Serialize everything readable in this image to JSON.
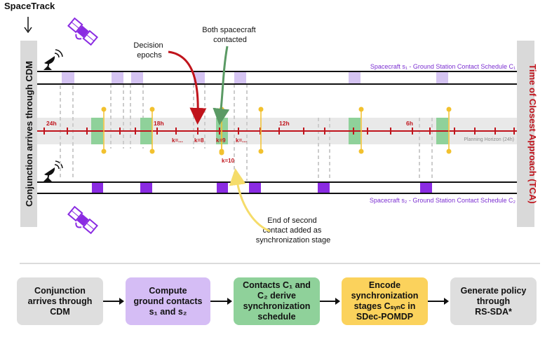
{
  "source_label": "SpaceTrack",
  "left_bar_label": "Conjunction arrives through CDM",
  "right_bar_label": "Time of Closest Approach (TCA)",
  "schedule_top_label": "Spacecraft s₁ - Ground Station Contact Schedule C₁",
  "schedule_bottom_label": "Spacecraft s₂ - Ground Station Contact Schedule C₂",
  "planning_horizon_label": "Planning Horizon (24h)",
  "hour_labels": [
    "24h",
    "18h",
    "12h",
    "6h"
  ],
  "epoch_labels": [
    "k=...",
    "k=8",
    "k=9",
    "k=...",
    "k=10"
  ],
  "annotations": {
    "decision_epochs": [
      "Decision",
      "epochs"
    ],
    "both_contacted": [
      "Both spacecraft",
      "contacted"
    ],
    "end_second_contact": [
      "End of second",
      "contact added as",
      "synchronization stage"
    ]
  },
  "flow": {
    "step1": [
      "Conjunction",
      "arrives through",
      "CDM"
    ],
    "step2": [
      "Compute",
      "ground contacts",
      "s₁ and s₂"
    ],
    "step3": [
      "Contacts C₁ and",
      "C₂ derive",
      "synchronization",
      "schedule"
    ],
    "step4": [
      "Encode",
      "synchronization",
      "stages Cₛᵧₙc in",
      "SDec-POMDP"
    ],
    "step5": [
      "Generate policy",
      "through",
      "RS-SDA*"
    ]
  },
  "colors": {
    "timeline": "#c0141c",
    "contact_top": "#d5c4f2",
    "contact_bottom": "#8a2be2",
    "sync_stage": "#8fd19a",
    "marker": "#f2c12e",
    "arrow_red": "#c0141c",
    "arrow_green": "#5a9a64",
    "arrow_yellow": "#f5dc6a",
    "box_grey": "#dedede",
    "box_purple": "#d5bdf5",
    "box_green": "#8fd19a",
    "box_yellow": "#fbd25c"
  }
}
